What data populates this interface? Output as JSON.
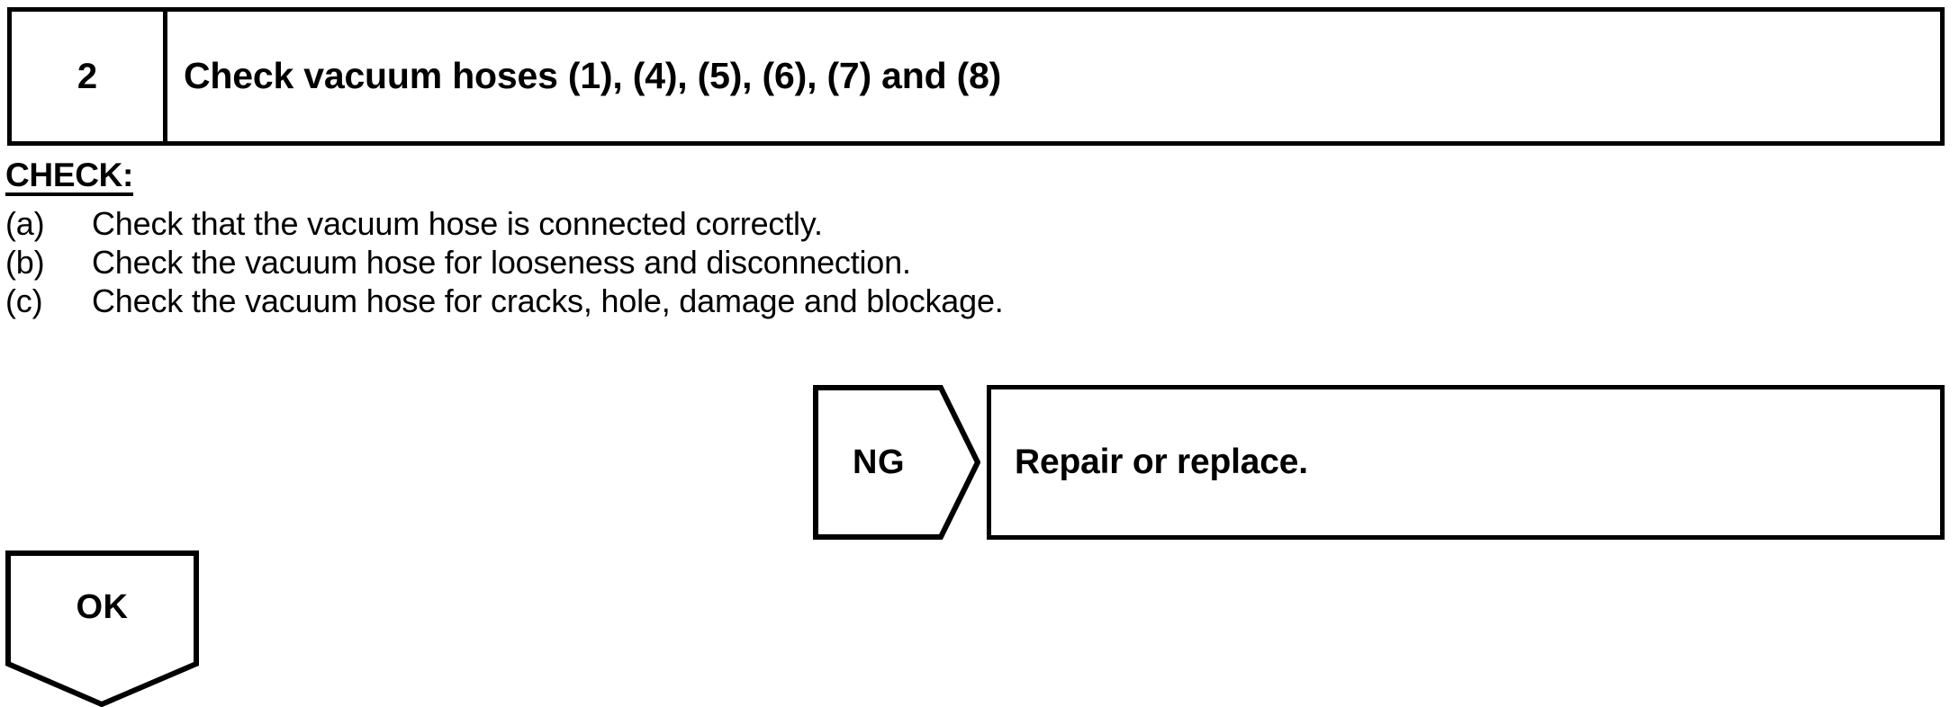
{
  "step": {
    "number": "2",
    "title": "Check vacuum hoses (1), (4), (5), (6), (7) and (8)"
  },
  "check_section": {
    "heading": "CHECK:",
    "items": [
      {
        "marker": "(a)",
        "text": "Check that the vacuum hose is connected correctly."
      },
      {
        "marker": "(b)",
        "text": "Check the vacuum hose for looseness and disconnection."
      },
      {
        "marker": "(c)",
        "text": "Check the vacuum hose for cracks, hole, damage and blockage."
      }
    ]
  },
  "ng_branch": {
    "label": "NG",
    "action": "Repair or replace."
  },
  "ok_branch": {
    "label": "OK"
  },
  "colors": {
    "line": "#000000",
    "background": "#ffffff",
    "text": "#000000"
  }
}
